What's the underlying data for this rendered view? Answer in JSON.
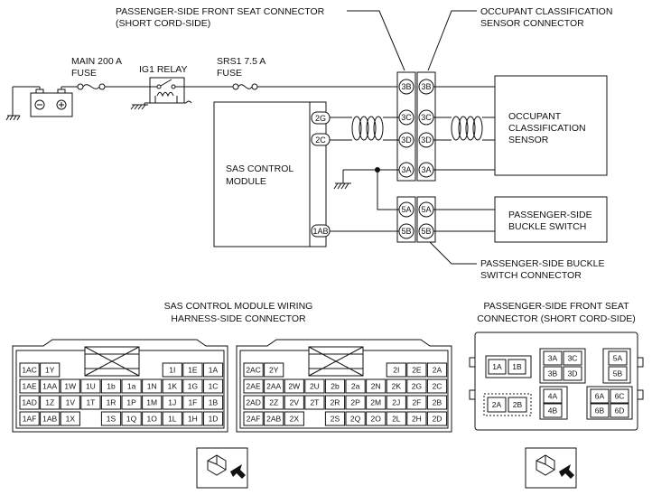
{
  "labels": {
    "front_seat_connector": [
      "PASSENGER-SIDE FRONT SEAT CONNECTOR",
      "(SHORT CORD-SIDE)"
    ],
    "ocs_connector": [
      "OCCUPANT CLASSIFICATION",
      "SENSOR CONNECTOR"
    ],
    "main_fuse": [
      "MAIN 200 A",
      "FUSE"
    ],
    "ig1_relay": "IG1 RELAY",
    "srs1_fuse": [
      "SRS1 7.5 A",
      "FUSE"
    ],
    "sas_module": [
      "SAS CONTROL",
      "MODULE"
    ],
    "ocs_sensor": [
      "OCCUPANT",
      "CLASSIFICATION",
      "SENSOR"
    ],
    "buckle_switch": [
      "PASSENGER-SIDE",
      "BUCKLE SWITCH"
    ],
    "buckle_connector": [
      "PASSENGER-SIDE BUCKLE",
      "SWITCH CONNECTOR"
    ],
    "sas_harness_title": [
      "SAS CONTROL MODULE WIRING",
      "HARNESS-SIDE CONNECTOR"
    ],
    "front_seat_detail_title": [
      "PASSENGER-SIDE FRONT SEAT",
      "CONNECTOR (SHORT CORD-SIDE)"
    ]
  },
  "module_pins": [
    "2G",
    "2C",
    "1AB"
  ],
  "seat_connector_pins": [
    "3B",
    "3C",
    "3D",
    "3A",
    "5A",
    "5B"
  ],
  "connector1_rows": [
    [
      "1AC",
      "1Y",
      "",
      "",
      "",
      "",
      "",
      "1I",
      "1E",
      "1A"
    ],
    [
      "1AE",
      "1AA",
      "1W",
      "1U",
      "1b",
      "1a",
      "1N",
      "1K",
      "1G",
      "1C"
    ],
    [
      "1AD",
      "1Z",
      "1V",
      "1T",
      "1R",
      "1P",
      "1M",
      "1J",
      "1F",
      "1B"
    ],
    [
      "1AF",
      "1AB",
      "1X",
      "",
      "1S",
      "1Q",
      "1O",
      "1L",
      "1H",
      "1D"
    ]
  ],
  "connector2_rows": [
    [
      "2AC",
      "2Y",
      "",
      "",
      "",
      "",
      "",
      "2I",
      "2E",
      "2A"
    ],
    [
      "2AE",
      "2AA",
      "2W",
      "2U",
      "2b",
      "2a",
      "2N",
      "2K",
      "2G",
      "2C"
    ],
    [
      "2AD",
      "2Z",
      "2V",
      "2T",
      "2R",
      "2P",
      "2M",
      "2J",
      "2F",
      "2B"
    ],
    [
      "2AF",
      "2AB",
      "2X",
      "",
      "2S",
      "2Q",
      "2O",
      "2L",
      "2H",
      "2D"
    ]
  ],
  "seat_detail_pins": [
    "1A",
    "1B",
    "2A",
    "2B",
    "3A",
    "3C",
    "3B",
    "3D",
    "4A",
    "4B",
    "5A",
    "5B",
    "6A",
    "6C",
    "6B",
    "6D"
  ]
}
